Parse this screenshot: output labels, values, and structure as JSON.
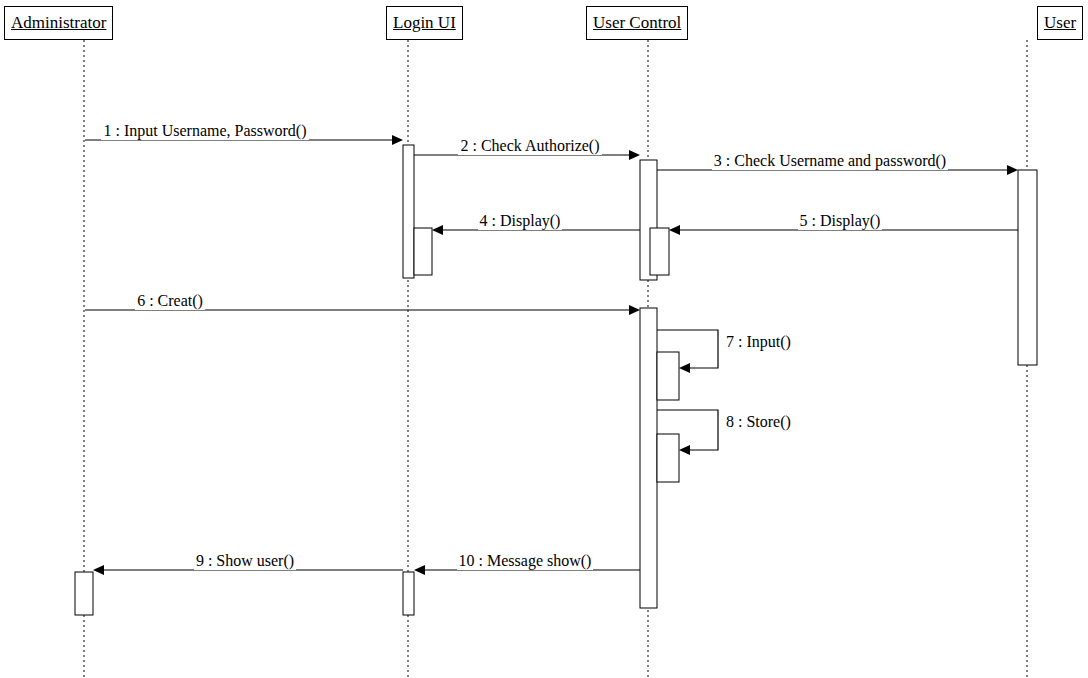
{
  "diagram": {
    "nodes": [
      {
        "text": [
          "Administrator"
        ]
      },
      {
        "text": [
          "Login UI"
        ]
      },
      {
        "text": [
          "User Control"
        ]
      },
      {
        "text": [
          "User"
        ]
      }
    ],
    "edges": [
      {
        "from": 0,
        "to": 1,
        "arrow": "to",
        "label": "1 : Input Username, Password()"
      },
      {
        "from": 1,
        "to": 2,
        "arrow": "to",
        "label": "2 : Check Authorize()"
      },
      {
        "from": 2,
        "to": 3,
        "arrow": "to",
        "label": "3 : Check Username and password()"
      },
      {
        "from": 2,
        "to": 1,
        "arrow": "to",
        "label": "4 : Display()"
      },
      {
        "from": 3,
        "to": 2,
        "arrow": "to",
        "label": "5 : Display()"
      },
      {
        "from": 0,
        "to": 2,
        "arrow": "to",
        "label": "6 : Creat()"
      },
      {
        "from": 2,
        "to": 2,
        "arrow": "to",
        "label": "7 : Input()"
      },
      {
        "from": 2,
        "to": 2,
        "arrow": "to",
        "label": "8 : Store()"
      },
      {
        "from": 1,
        "to": 0,
        "arrow": "to",
        "label": "9 : Show user()"
      },
      {
        "from": 2,
        "to": 1,
        "arrow": "to",
        "label": "10 : Message show()"
      }
    ]
  }
}
